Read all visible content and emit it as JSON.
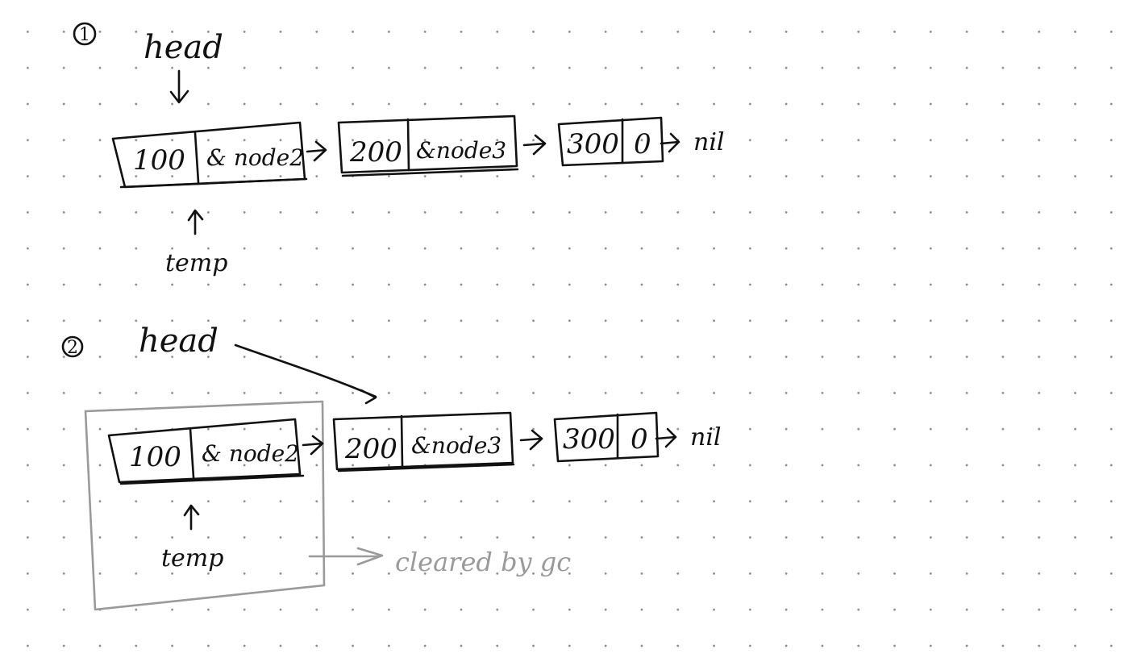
{
  "steps": [
    {
      "number": "1",
      "head_label": "head",
      "temp_label": "temp",
      "nodes": [
        {
          "value": "100",
          "next": "& node2"
        },
        {
          "value": "200",
          "next": "&node3"
        },
        {
          "value": "300",
          "next": "0"
        }
      ],
      "terminal": "nil"
    },
    {
      "number": "2",
      "head_label": "head",
      "temp_label": "temp",
      "nodes": [
        {
          "value": "100",
          "next": "& node2"
        },
        {
          "value": "200",
          "next": "&node3"
        },
        {
          "value": "300",
          "next": "0"
        }
      ],
      "terminal": "nil",
      "gc_note": "cleared by gc"
    }
  ],
  "colors": {
    "ink": "#111111",
    "gc_gray": "#9a9a9a"
  }
}
